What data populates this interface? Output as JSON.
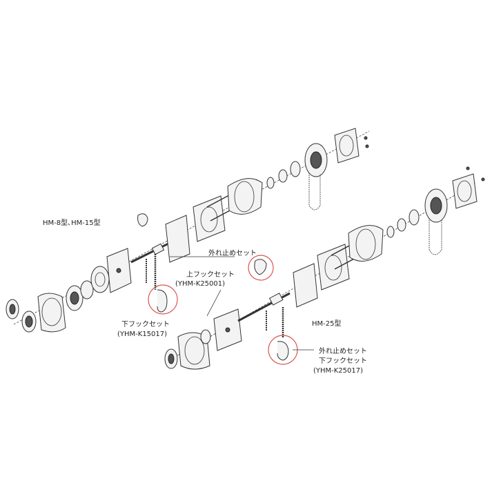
{
  "labels": {
    "model_left": "HM-8型､HM-15型",
    "model_right": "HM-25型",
    "latch_top": "外れ止めセット",
    "upper_hook": "上フックセット",
    "upper_hook_code": "(YHM-K25001)",
    "lower_hook_left": "下フックセット",
    "lower_hook_left_code": "(YHM-K15017)",
    "latch_right": "外れ止めセット",
    "lower_hook_right": "下フックセット",
    "lower_hook_right_code": "(YHM-K25017)"
  },
  "colors": {
    "highlight": "#d9534f",
    "line": "#333333"
  }
}
